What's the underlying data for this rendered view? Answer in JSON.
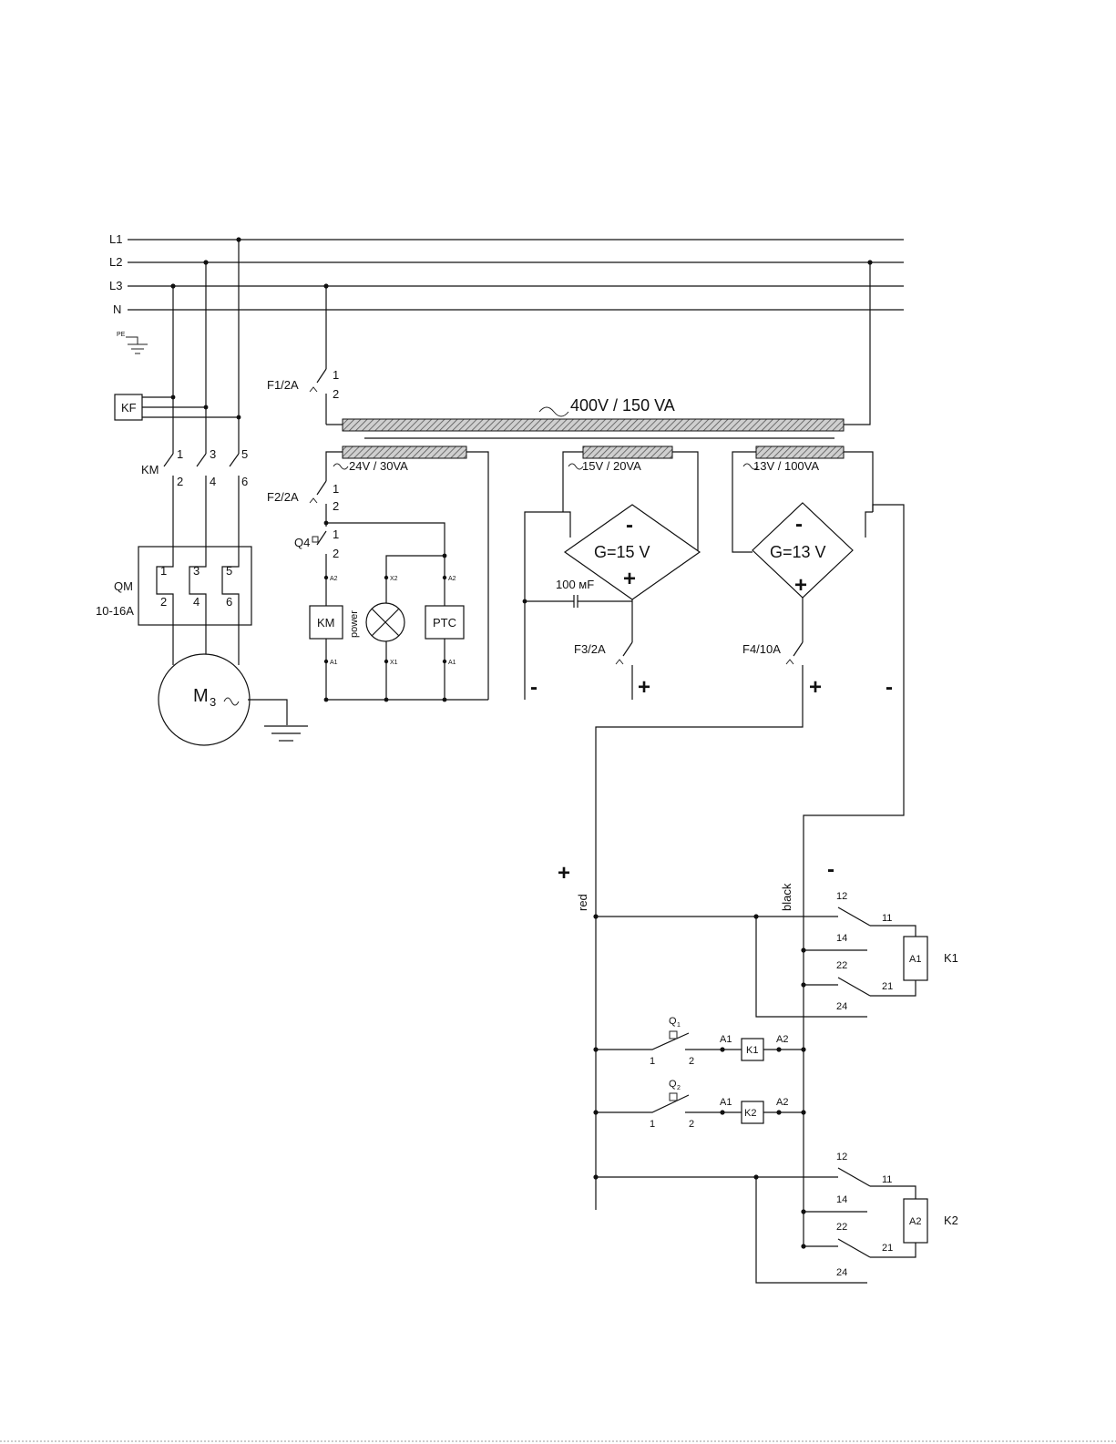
{
  "lines": {
    "l1": "L1",
    "l2": "L2",
    "l3": "L3",
    "n": "N",
    "pe": "PE"
  },
  "devices": {
    "kf": "KF",
    "km": "KM",
    "qm": "QM",
    "qm_rating": "10-16A",
    "motor": "M",
    "motor_sub": "3",
    "f1": "F1/2A",
    "f2": "F2/2A",
    "q4": "Q4",
    "f3": "F3/2A",
    "f4": "F4/10A",
    "km_coil": "KM",
    "ptc": "PTC",
    "power": "power",
    "cap": "100 мF"
  },
  "terminals": {
    "n1": "1",
    "n2": "2",
    "n3": "3",
    "n4": "4",
    "n5": "5",
    "n6": "6",
    "a1": "A1",
    "a2": "A2",
    "x1": "X1",
    "x2": "X2",
    "n11": "11",
    "n12": "12",
    "n14": "14",
    "n21": "21",
    "n22": "22",
    "n24": "24"
  },
  "transformer": {
    "main": "400V / 150 VA",
    "sec1": "24V / 30VA",
    "sec2": "15V / 20VA",
    "sec3": "13V / 100VA",
    "tilde": "~"
  },
  "rectifiers": {
    "g15": "G=15 V",
    "g13": "G=13 V"
  },
  "signs": {
    "plus": "+",
    "minus": "-"
  },
  "wires": {
    "red": "red",
    "black": "black"
  },
  "relays": {
    "k1": "K1",
    "k2": "K2",
    "q1": "Q",
    "q1_sub": "1",
    "q2": "Q",
    "q2_sub": "2"
  }
}
